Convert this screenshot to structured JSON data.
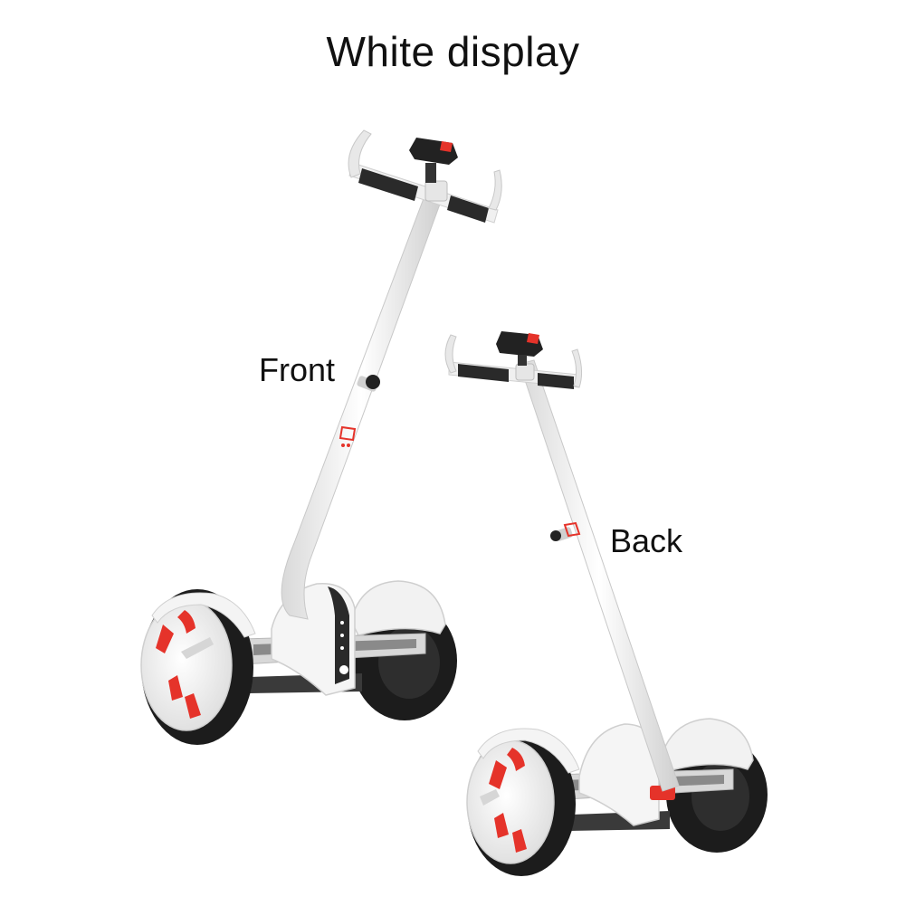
{
  "title": "White display",
  "labels": {
    "front": "Front",
    "back": "Back"
  },
  "colors": {
    "body": "#f4f4f4",
    "tire": "#1c1c1c",
    "accent": "#e5332a",
    "grip": "#2a2a2a"
  }
}
